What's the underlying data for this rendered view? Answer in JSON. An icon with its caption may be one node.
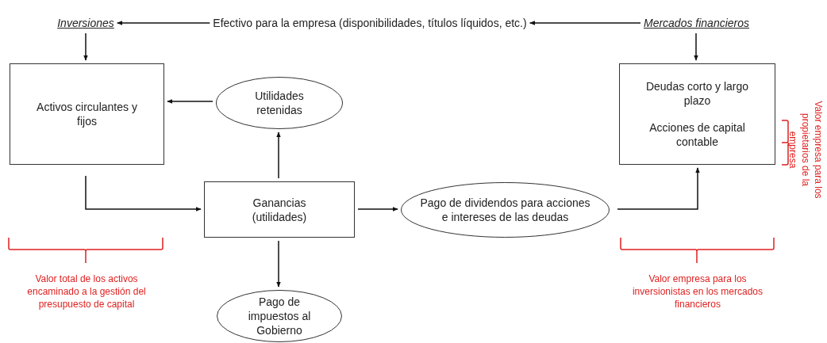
{
  "diagram": {
    "nodes": [
      {
        "text": [
          "Inversiones"
        ]
      },
      {
        "text": [
          "Efectivo para la empresa (disponibilidades, títulos líquidos, etc.)"
        ]
      },
      {
        "text": [
          "Mercados financieros"
        ]
      },
      {
        "text": [
          "Activos circulantes y fijos"
        ]
      },
      {
        "text": [
          "Utilidades retenidas"
        ]
      },
      {
        "text": [
          "Deudas corto y largo plazo",
          "Acciones de capital contable"
        ]
      },
      {
        "text": [
          "Ganancias (utilidades)"
        ]
      },
      {
        "text": [
          "Pago de dividendos para acciones e intereses de las deudas"
        ]
      },
      {
        "text": [
          "Pago de impuestos al Gobierno"
        ]
      }
    ],
    "edges": [
      {
        "from": 1,
        "to": 0,
        "arrow": "to"
      },
      {
        "from": 2,
        "to": 1,
        "arrow": "to"
      },
      {
        "from": 0,
        "to": 3,
        "arrow": "to"
      },
      {
        "from": 2,
        "to": 5,
        "arrow": "to"
      },
      {
        "from": 4,
        "to": 3,
        "arrow": "to"
      },
      {
        "from": 6,
        "to": 4,
        "arrow": "to"
      },
      {
        "from": 3,
        "to": 6,
        "arrow": "to"
      },
      {
        "from": 6,
        "to": 7,
        "arrow": "to"
      },
      {
        "from": 7,
        "to": 5,
        "arrow": "to"
      },
      {
        "from": 6,
        "to": 8,
        "arrow": "to"
      }
    ],
    "labels": [
      "Valor empresa para los propietarios de la empresa",
      "Valor total de los activos encaminado a la gestión del presupuesto de capital",
      "Valor empresa para los inversionistas en los mercados financieros"
    ]
  }
}
